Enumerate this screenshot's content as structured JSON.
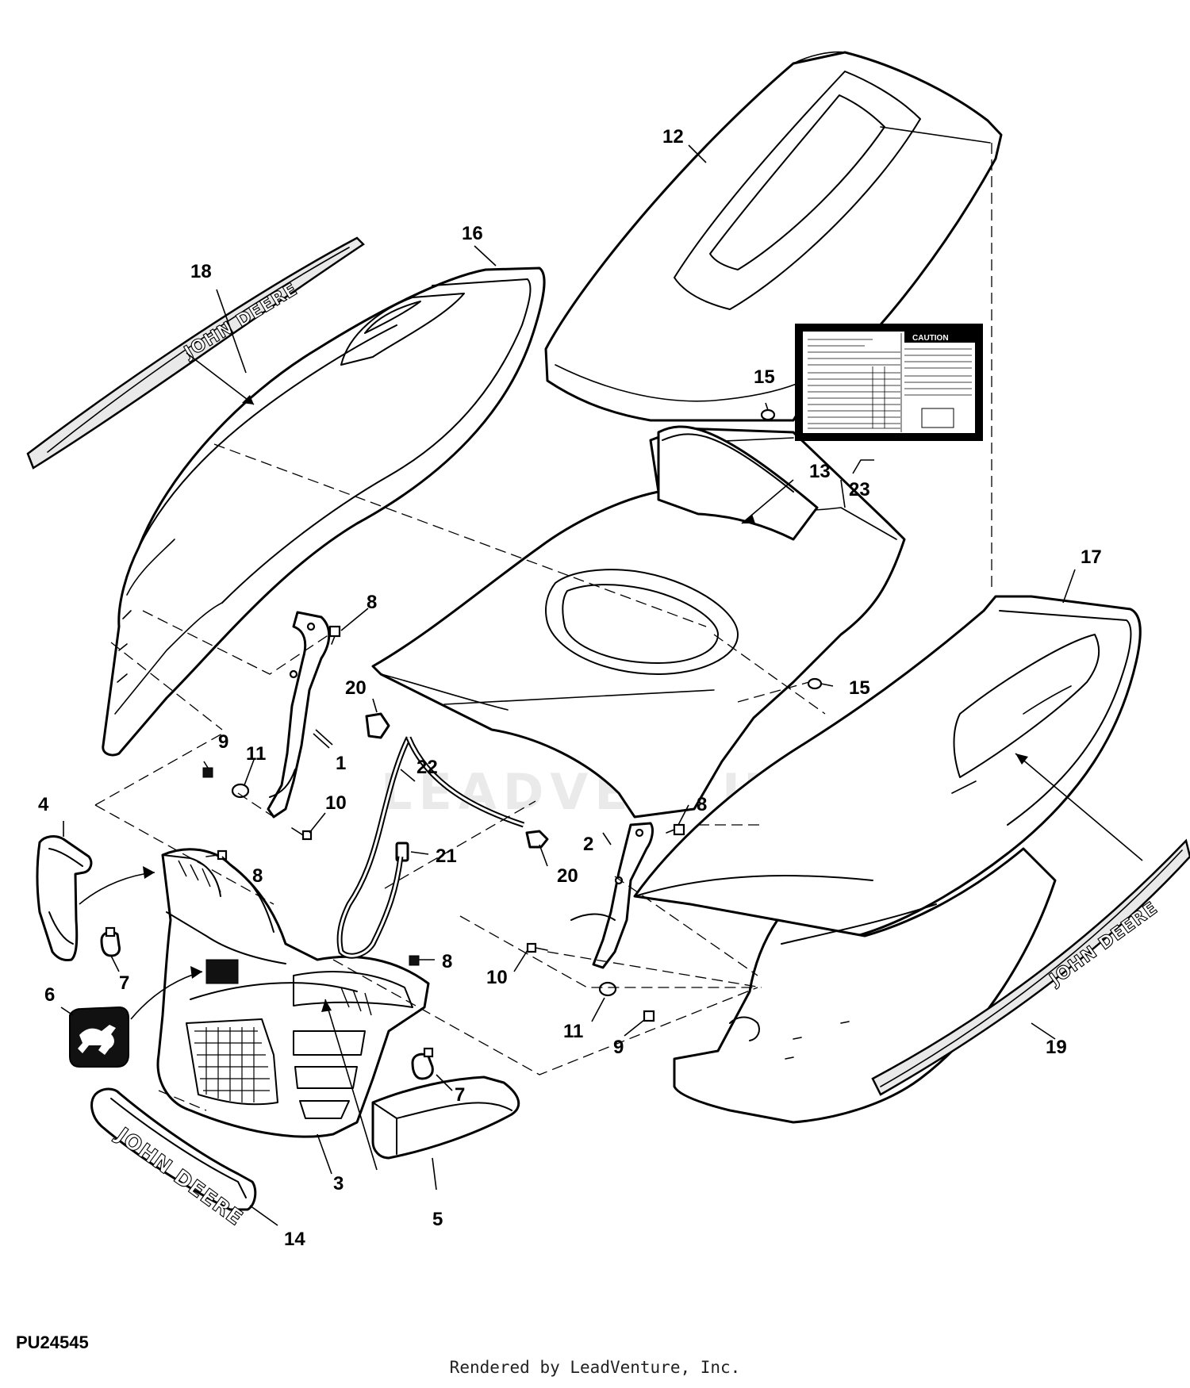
{
  "diagram": {
    "reference_number": "PU24545",
    "credit": "Rendered by LeadVenture, Inc.",
    "watermark": "LEADVENTURE",
    "brand_text": {
      "decal_18": "JOHN DEERE",
      "decal_19": "JOHN DEERE",
      "grille_plate_14": "JOHN DEERE"
    },
    "callouts": {
      "c1": "1",
      "c2": "2",
      "c3": "3",
      "c4": "4",
      "c5": "5",
      "c6": "6",
      "c7a": "7",
      "c7b": "7",
      "c8a": "8",
      "c8b": "8",
      "c8c": "8",
      "c8d": "8",
      "c9a": "9",
      "c9b": "9",
      "c10a": "10",
      "c10b": "10",
      "c11a": "11",
      "c11b": "11",
      "c12": "12",
      "c13": "13",
      "c14": "14",
      "c15a": "15",
      "c15b": "15",
      "c16": "16",
      "c17": "17",
      "c18": "18",
      "c19": "19",
      "c20a": "20",
      "c20b": "20",
      "c21": "21",
      "c22": "22",
      "c23": "23"
    },
    "safety_label": {
      "header": "CAUTION"
    }
  }
}
